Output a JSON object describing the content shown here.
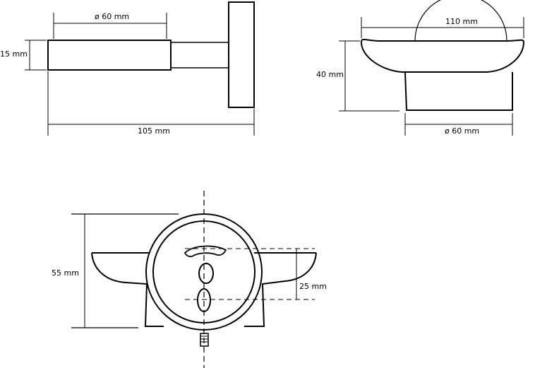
{
  "views": {
    "side": {
      "dim_diameter": "ø 60 mm",
      "dim_height": "15 mm",
      "dim_length": "105 mm"
    },
    "front": {
      "dim_width": "110 mm",
      "dim_height": "40 mm",
      "dim_diameter": "ø 60 mm"
    },
    "top": {
      "dim_height": "55 mm",
      "dim_spacing": "25 mm"
    }
  }
}
